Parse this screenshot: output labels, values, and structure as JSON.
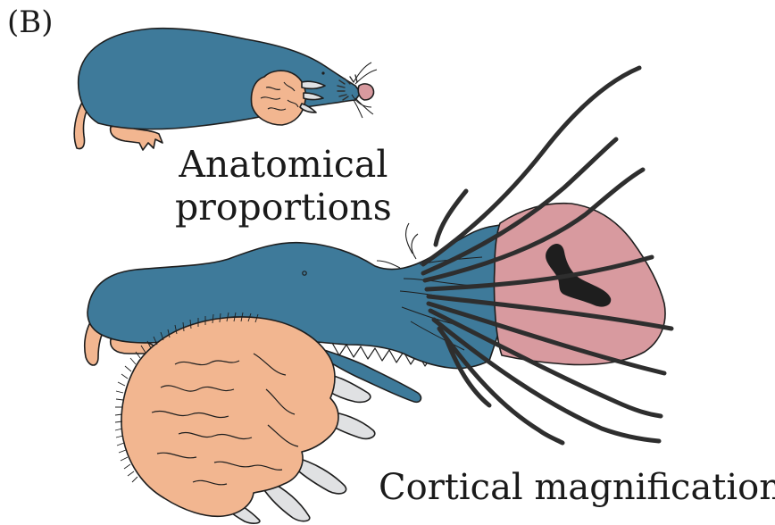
{
  "panel_label": "(B)",
  "labels": {
    "anatomical_line1": "Anatomical",
    "anatomical_line2": "proportions",
    "cortical": "Cortical magnification"
  },
  "colors": {
    "body": "#3e7a9a",
    "paw": "#f2b690",
    "nose_star": "#d89a9f",
    "claw": "#e0e1e3",
    "outline": "#1e1e1e",
    "appendage": "#2e2e2e"
  }
}
